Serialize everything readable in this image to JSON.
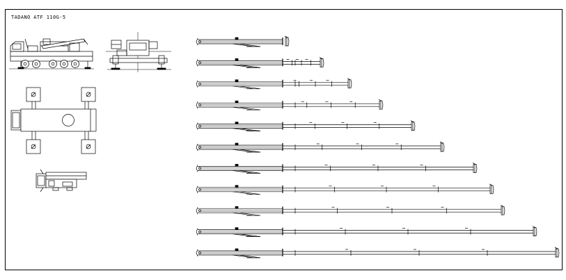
{
  "drawing": {
    "title": "TADANO ATF 110G-5",
    "line_color": "#000000",
    "background": "#ffffff"
  },
  "views": {
    "side_view": {
      "name": "side-view-crane"
    },
    "rear_view": {
      "name": "rear-view-crane"
    },
    "outrigger_plan": {
      "name": "outrigger-plan-view"
    },
    "top_view": {
      "name": "top-view-crane"
    }
  },
  "boom_configurations": [
    {
      "extension": 0,
      "sections": 1
    },
    {
      "extension": 1,
      "sections": 3
    },
    {
      "extension": 2,
      "sections": 3
    },
    {
      "extension": 3,
      "sections": 3
    },
    {
      "extension": 4,
      "sections": 3
    },
    {
      "extension": 5,
      "sections": 3
    },
    {
      "extension": 6,
      "sections": 3
    },
    {
      "extension": 7,
      "sections": 3
    },
    {
      "extension": 8,
      "sections": 3
    },
    {
      "extension": 9,
      "sections": 3
    },
    {
      "extension": 10,
      "sections": 3
    }
  ]
}
